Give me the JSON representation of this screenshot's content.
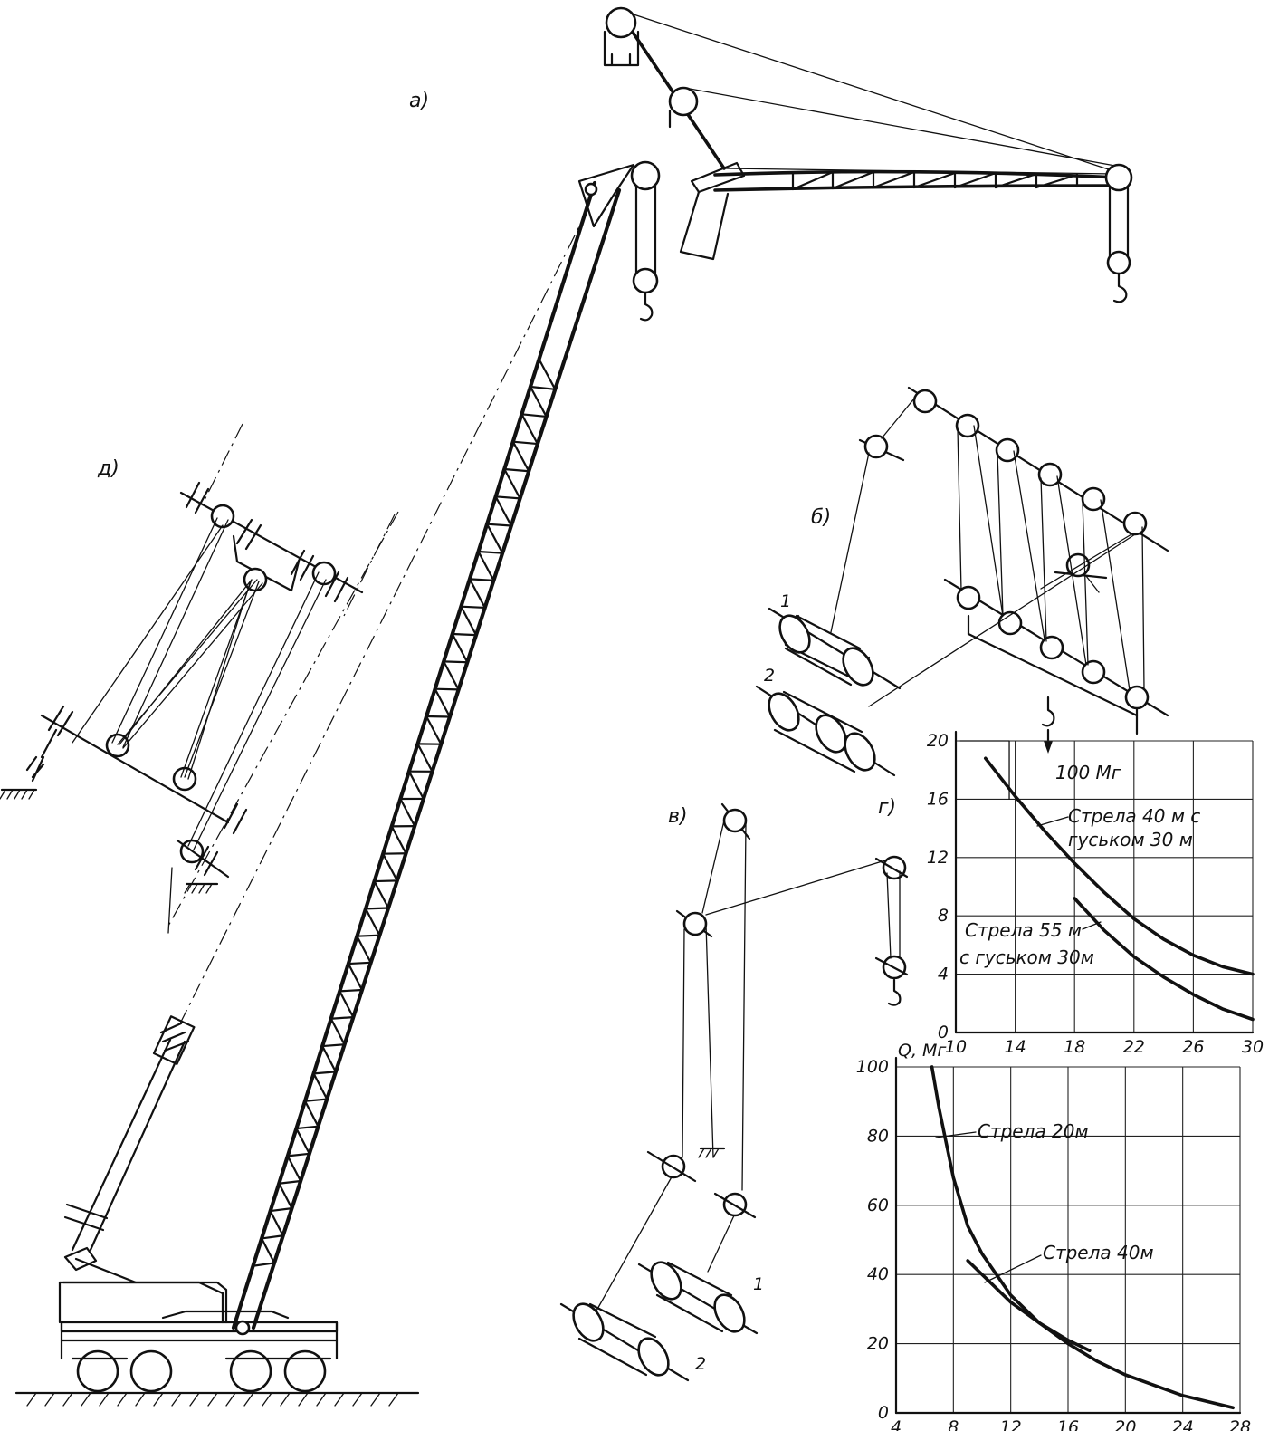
{
  "labels": {
    "a": "а)",
    "b": "б)",
    "v": "в)",
    "g": "г)",
    "d": "д)",
    "drum1_b": "1",
    "drum2_b": "2",
    "drum1_v": "1",
    "drum2_v": "2"
  },
  "chart_data": [
    {
      "type": "line",
      "xticks": [
        "10",
        "14",
        "18",
        "22",
        "26",
        "30"
      ],
      "yticks": [
        "0",
        "4",
        "8",
        "12",
        "16",
        "20"
      ],
      "xlim": [
        10,
        30
      ],
      "ylim": [
        0,
        20
      ],
      "annotation": "100 Мг",
      "grid": true,
      "series": [
        {
          "name": "Стрела 40 м с гуськом 30 м",
          "x": [
            12,
            14,
            16,
            18,
            20,
            22,
            24,
            26,
            28,
            30
          ],
          "y": [
            18.8,
            16.2,
            13.8,
            11.6,
            9.6,
            7.8,
            6.4,
            5.3,
            4.5,
            4.0
          ]
        },
        {
          "name": "Стрела 55 м с гуськом 30 м",
          "x": [
            18,
            20,
            22,
            24,
            26,
            28,
            30
          ],
          "y": [
            9.2,
            7.0,
            5.2,
            3.8,
            2.6,
            1.6,
            0.9
          ]
        }
      ],
      "series_label_lines": [
        [
          "Стрела 40 м с",
          "гуськом 30 м"
        ],
        [
          "Стрела 55 м",
          "с гуськом 30м"
        ]
      ]
    },
    {
      "type": "line",
      "ylabel": "Q, Мг",
      "xticks": [
        "4",
        "8",
        "12",
        "16",
        "20",
        "24",
        "28"
      ],
      "yticks": [
        "0",
        "20",
        "40",
        "60",
        "80",
        "100"
      ],
      "xlim": [
        4,
        28
      ],
      "ylim": [
        0,
        100
      ],
      "grid": true,
      "series": [
        {
          "name": "Стрела 20м",
          "x": [
            6.5,
            7,
            8,
            9,
            10,
            12,
            14,
            16,
            18,
            20,
            22,
            24,
            26,
            27.5
          ],
          "y": [
            100,
            88,
            68,
            54,
            46,
            34,
            26,
            20,
            15,
            11,
            8,
            5,
            3,
            1.5
          ]
        },
        {
          "name": "Стрела 40м",
          "x": [
            9,
            10,
            12,
            14,
            16,
            17.5
          ],
          "y": [
            44,
            40,
            32,
            26,
            21,
            18
          ]
        }
      ]
    }
  ]
}
